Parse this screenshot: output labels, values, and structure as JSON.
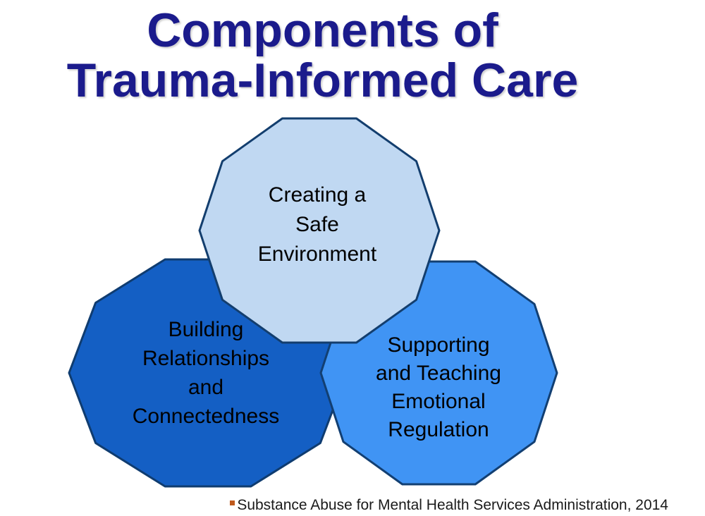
{
  "slide": {
    "title": "Components of\nTrauma-Informed Care",
    "title_color": "#1b1b8c",
    "background_color": "#ffffff"
  },
  "diagram": {
    "text_color": "#000000",
    "shapes": [
      {
        "name": "building-relationships",
        "label": "Building\nRelationships\nand\nConnectedness",
        "fill": "#145fc4",
        "border": "#0f3c70"
      },
      {
        "name": "supporting-teaching",
        "label": "Supporting\nand Teaching\nEmotional\nRegulation",
        "fill": "#4094f4",
        "border": "#123f72"
      },
      {
        "name": "creating-safe-environment",
        "label": "Creating a\nSafe\nEnvironment",
        "fill": "#c0d8f2",
        "border": "#133e6e"
      }
    ]
  },
  "footer": {
    "citation": "Substance Abuse for Mental Health Services Administration, 2014",
    "bullet_color": "#bf5a1d"
  }
}
